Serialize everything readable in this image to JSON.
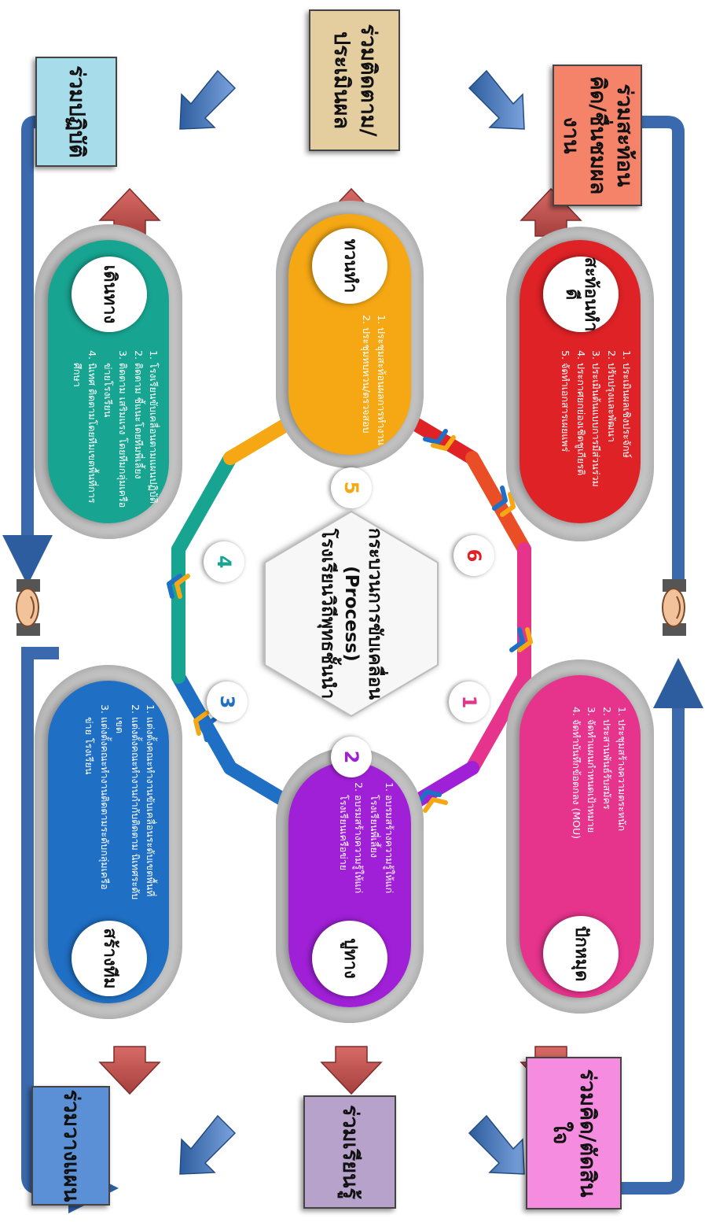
{
  "center": {
    "line1": "กระบวนการขับเคลื่อน",
    "line2": "(Process)",
    "line3": "โรงเรียนวิถีพุทธชั้นนำ"
  },
  "boxes": {
    "plan": "ร่วมวางแผน",
    "learn": "ร่วมเรียนรู้",
    "decide": "ร่วมคิด/ตัดสินใจ",
    "act": "ร่วมปฏิบัติ",
    "evaluate": "ร่วมติดตาม/ประเมินผล",
    "reflect": "ร่วมสะท้อนคิด/ชื่นชมผลงาน"
  },
  "steps": [
    {
      "num": "1",
      "title": "ปักหมุด",
      "color": "#e6338c",
      "items": [
        "ประชุมสร้างความตระหนัก",
        "ประสานพันธ์รับสมัคร",
        "จัดทำแผนกำหนดเป้าหมาย",
        "จัดทำบันทึกข้อตกลง (MOU)"
      ]
    },
    {
      "num": "2",
      "title": "ปูทาง",
      "color": "#a020d8",
      "items": [
        "อบรมสร้างความรู้ให้แก่โรงเรียนพี่เลี้ยง",
        "อบรมสร้างความรู้ให้แก่โรงเรียนเครือข่าย"
      ]
    },
    {
      "num": "3",
      "title": "สร้างทีม",
      "color": "#1f6fc4",
      "items": [
        "แต่งตั้งคณะทำงานขับเคลื่อนระดับเขตพื้นที่",
        "แต่งตั้งคณะทำงานกำกับติดตาม นิเทศระดับเขต",
        "แต่งตั้งคณะทำงานติดตามระดับกลุ่มเครือข่าย โรงเรียน"
      ]
    },
    {
      "num": "4",
      "title": "เดินทาง",
      "color": "#17a591",
      "items": [
        "โรงเรียนขับเคลื่อนตามแผนปฏิบัติ",
        "ติดตาม ชี้แนะโดยทีมพี่เลี้ยง",
        "ติดตาม เสริมแรง โดยทีมกลุ่มเครือข่ายโรงเรียน",
        "นิเทศ ติดตามโดยทีมเขตพื้นที่การศึกษา"
      ]
    },
    {
      "num": "5",
      "title": "ทวนทำ",
      "color": "#f5a814",
      "items": [
        "ประชุมสะท้อนผลการทำงาน",
        "ประชุมทบทวน/ตรวจสอบ"
      ]
    },
    {
      "num": "6",
      "title": "สะท้อนทำดี",
      "color": "#de2226",
      "items": [
        "ประเมินผลเชิงประจักษ์",
        "ปรับปรุงและพัฒนา",
        "ประเมินต้นแบบการมีส่วนร่วม",
        "ประกาศยกย่องเชิดชูเกียรติ",
        "จัดทำเอกสารเผยแพร่"
      ]
    }
  ],
  "colors": {
    "blue_arrow": "#3c6fb2",
    "red_arrow": "#c0504d",
    "plan_box": "#5b8fd6",
    "learn_box": "#b7a2cc",
    "decide_box": "#f58ce0",
    "act_box": "#a7dcea",
    "evaluate_box": "#e4cd9e",
    "reflect_box": "#f5836a"
  },
  "icons": [
    "handshake-icon",
    "handshake-icon"
  ]
}
